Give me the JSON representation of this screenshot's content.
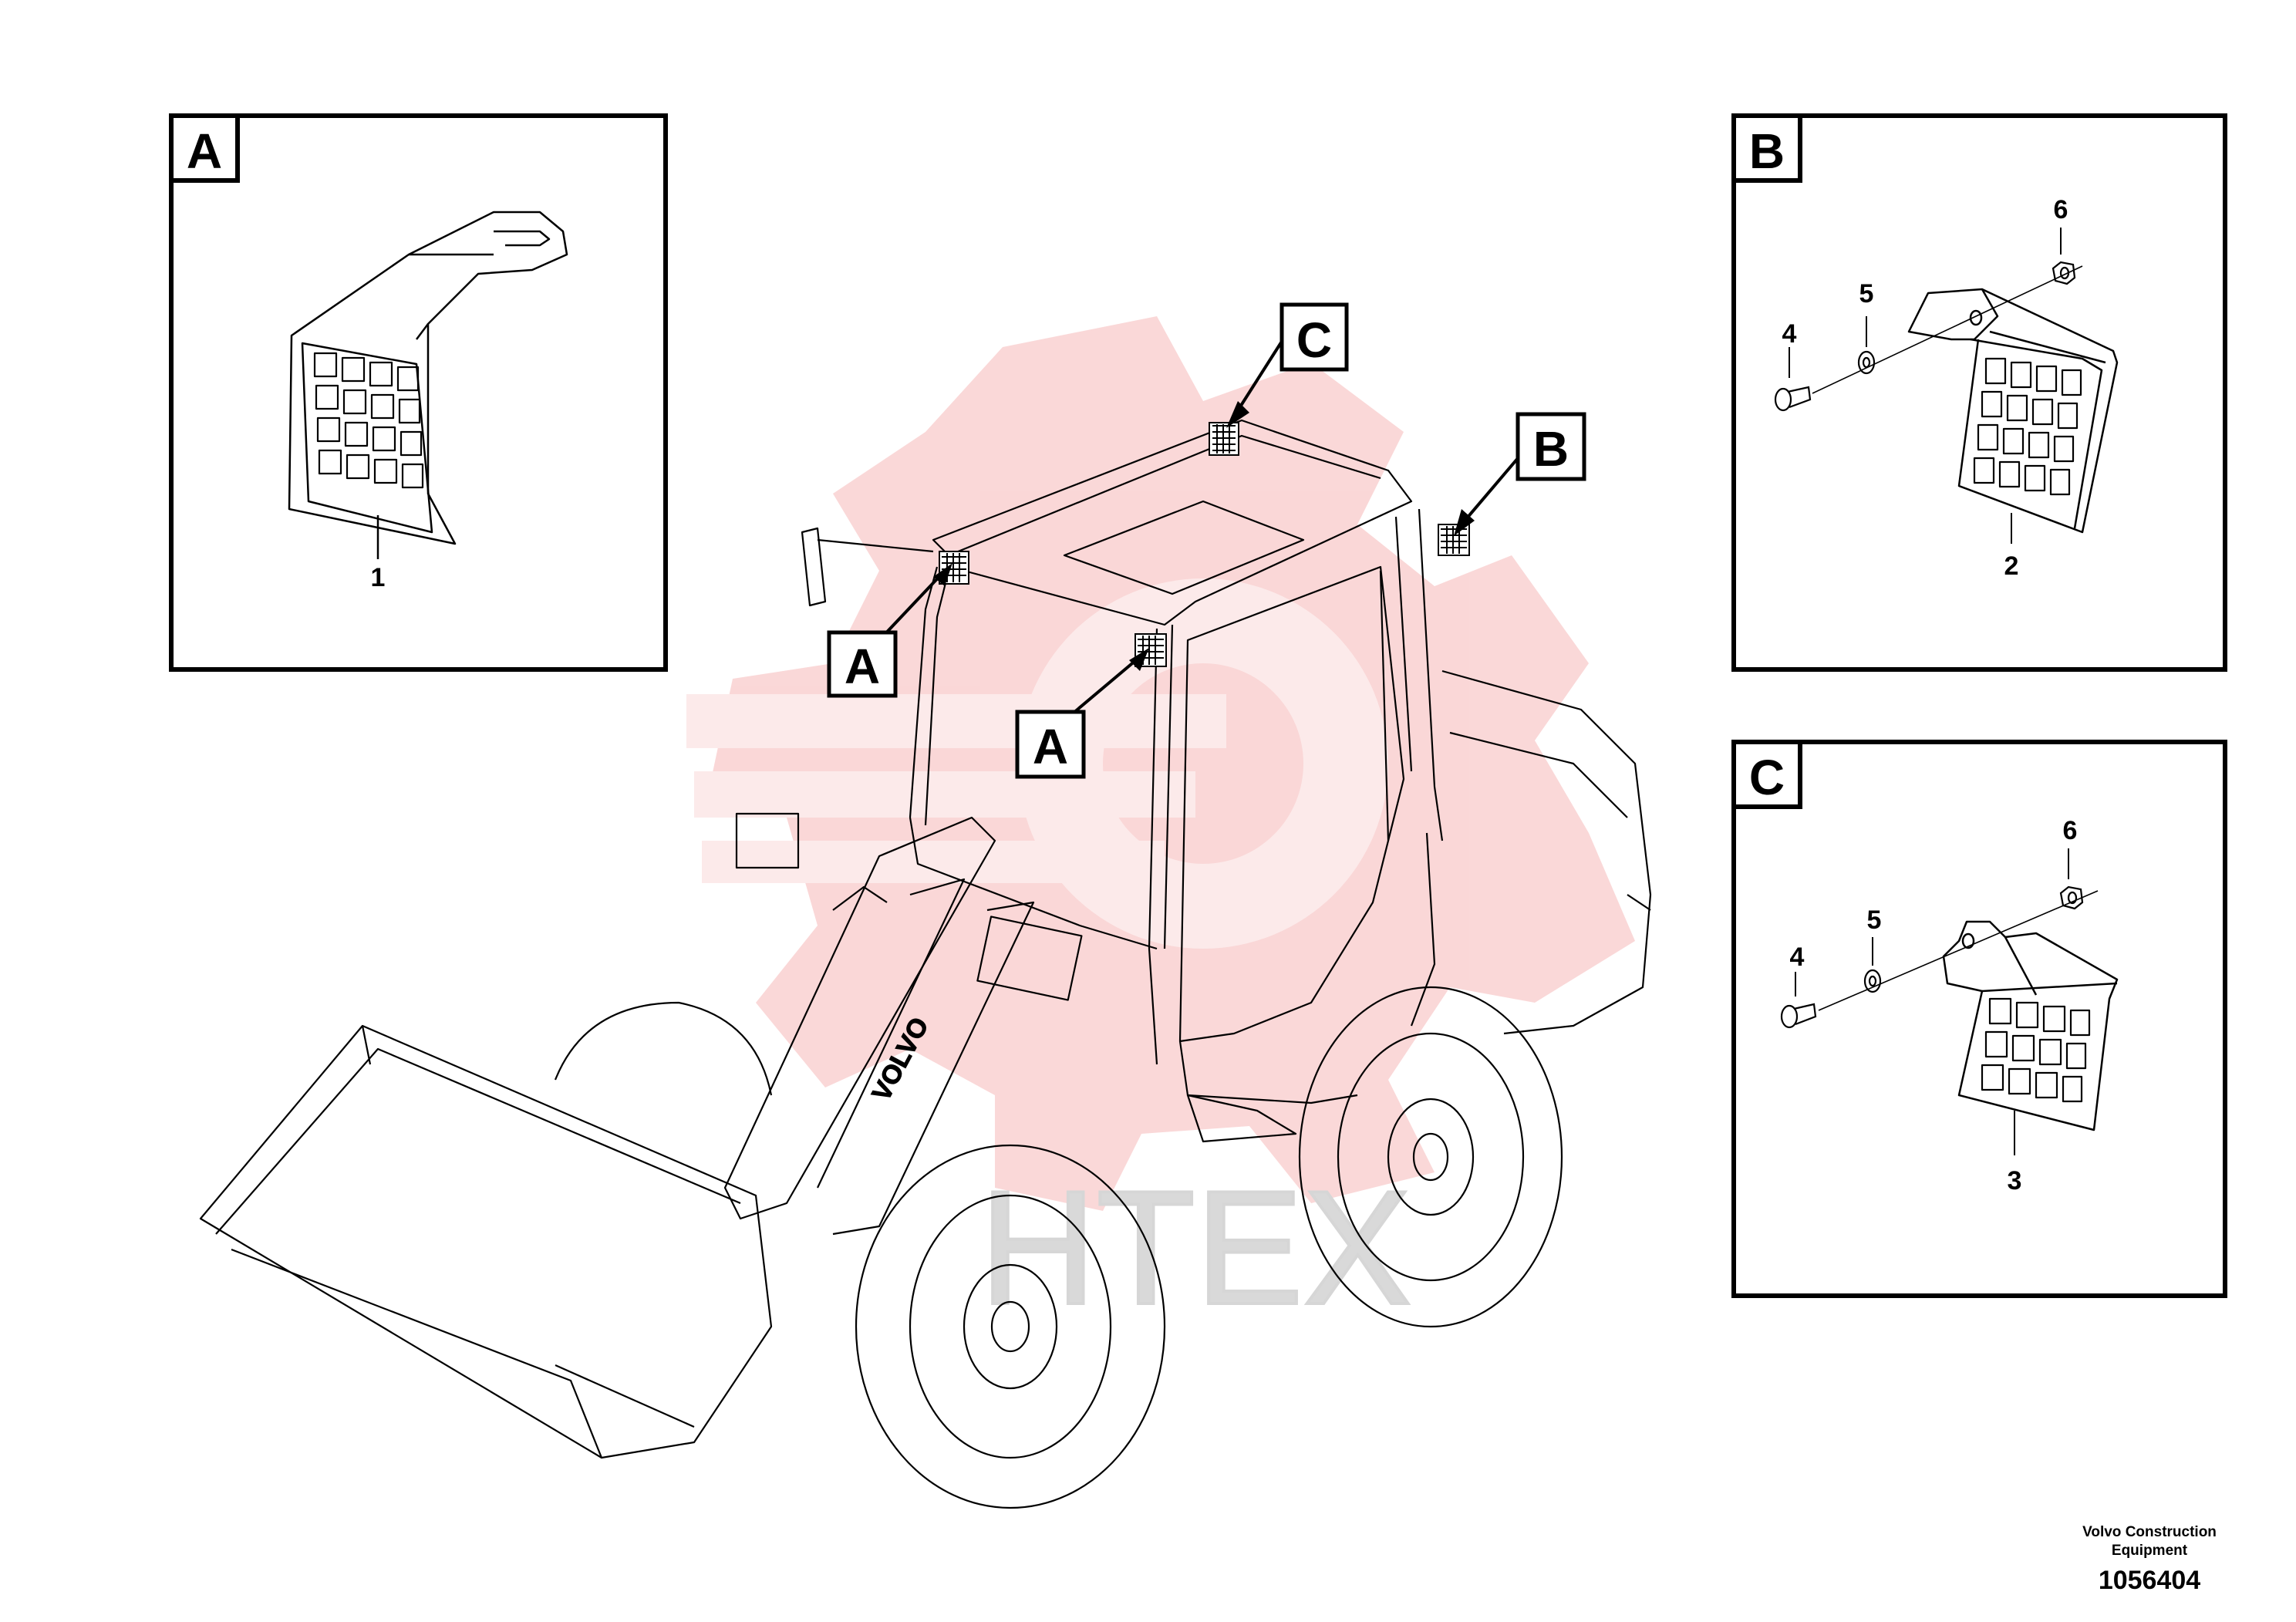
{
  "detail_views": [
    {
      "letter": "A",
      "part_numbers": [
        "1"
      ]
    },
    {
      "letter": "B",
      "part_numbers": [
        "2",
        "4",
        "5",
        "6"
      ]
    },
    {
      "letter": "C",
      "part_numbers": [
        "3",
        "4",
        "5",
        "6"
      ]
    }
  ],
  "callouts": [
    "C",
    "B",
    "A",
    "A"
  ],
  "machine_brand_text": "VOLVO",
  "watermark_text": "HTEX",
  "footer": {
    "company": "Volvo Construction Equipment",
    "document_number": "1056404"
  },
  "colors": {
    "line": "#000000",
    "watermark_logo": "#f6b8b8",
    "watermark_text": "#d9d9d9"
  }
}
